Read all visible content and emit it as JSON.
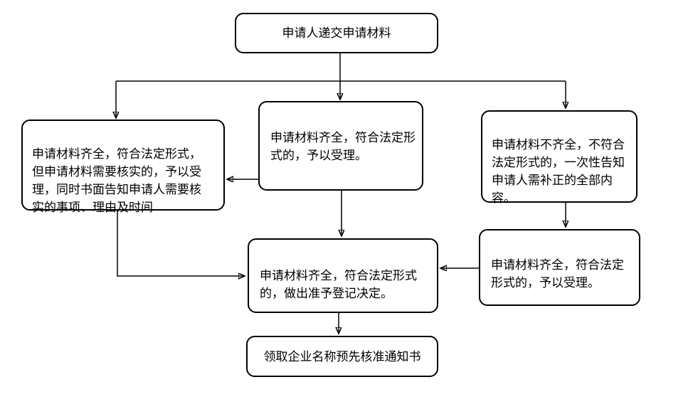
{
  "diagram": {
    "type": "flowchart",
    "colors": {
      "line": "#000000",
      "border": "#000000",
      "fill": "#ffffff",
      "text": "#000000",
      "background": "#ffffff"
    },
    "nodes": {
      "start": {
        "label": "申请人递交申请材料"
      },
      "verify": {
        "label": "申请材料齐全，符合法定形式，\n但申请材料需要核实的，予以受\n理，同时书面告知申请人需要核\n实的事项、理由及时间"
      },
      "accept": {
        "label": "申请材料齐全，符合法定形\n式的，予以受理。"
      },
      "incomplete": {
        "label": "申请材料不齐全，不符合\n法定形式的，一次性告知\n申请人需补正的全部内\n容。"
      },
      "decision": {
        "label": "申请材料齐全，符合法定形式\n的，做出准予登记决定。"
      },
      "accept_after_fix": {
        "label": "申请材料齐全，符合法定\n形式的，予以受理。"
      },
      "end": {
        "label": "领取企业名称预先核准通知书"
      }
    },
    "edges": [
      {
        "from": "start",
        "to": "verify"
      },
      {
        "from": "start",
        "to": "accept"
      },
      {
        "from": "start",
        "to": "incomplete"
      },
      {
        "from": "accept",
        "to": "verify"
      },
      {
        "from": "accept",
        "to": "decision"
      },
      {
        "from": "verify",
        "to": "decision"
      },
      {
        "from": "incomplete",
        "to": "accept_after_fix"
      },
      {
        "from": "accept_after_fix",
        "to": "decision"
      },
      {
        "from": "decision",
        "to": "end"
      }
    ]
  }
}
